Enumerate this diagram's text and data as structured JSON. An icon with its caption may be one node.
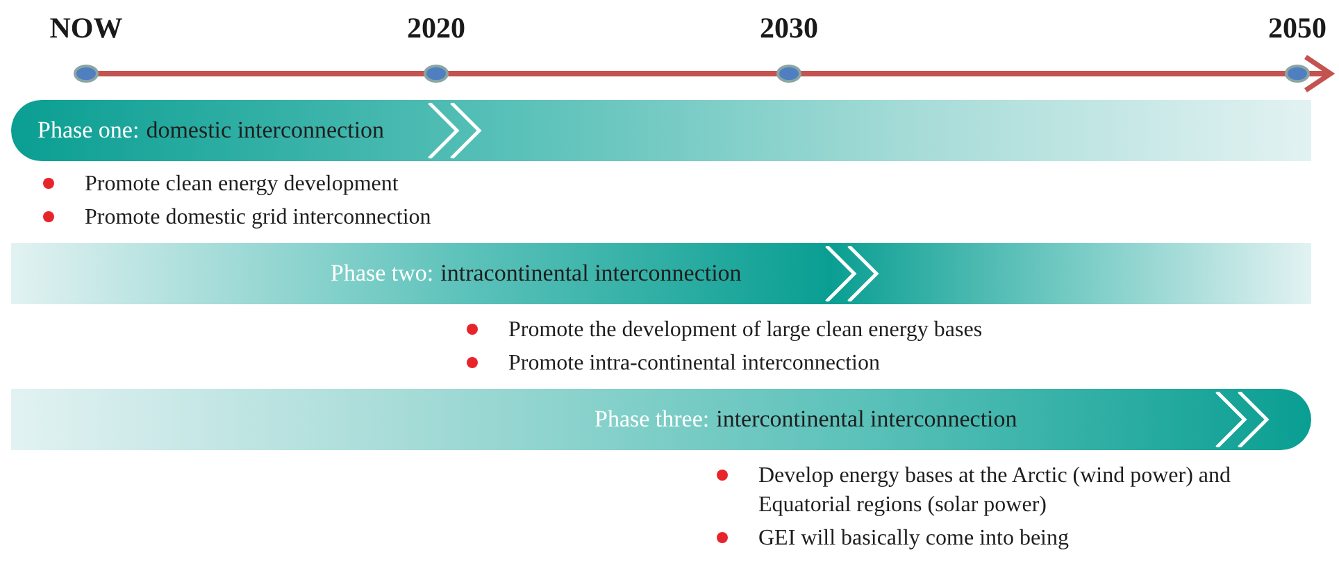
{
  "diagram": {
    "nodes": [
      {
        "text": [
          "Phase one:",
          "domestic interconnection"
        ],
        "beside": [
          "Promote clean energy development",
          "Promote domestic grid interconnection"
        ]
      },
      {
        "text": [
          "Phase two:",
          "intracontinental interconnection"
        ],
        "beside": [
          "Promote the development of large clean energy bases",
          "Promote intra-continental interconnection"
        ]
      },
      {
        "text": [
          "Phase three:",
          "intercontinental interconnection"
        ],
        "beside": [
          "Develop energy bases at the Arctic (wind power) and Equatorial regions (solar power)",
          "GEI will basically come into being"
        ]
      }
    ],
    "labels": [
      "NOW",
      "2020",
      "2030",
      "2050"
    ]
  }
}
